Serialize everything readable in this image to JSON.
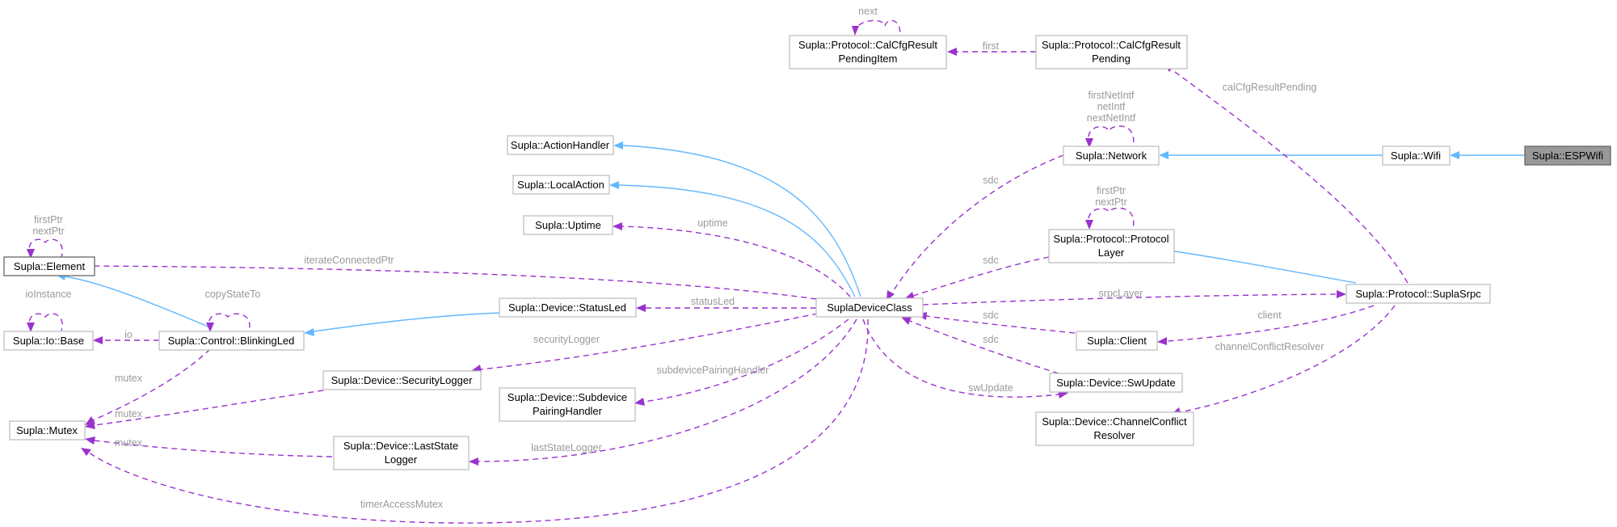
{
  "nodes": {
    "espwifi": "Supla::ESPWifi",
    "wifi": "Supla::Wifi",
    "network": "Supla::Network",
    "calcfg_pending": [
      "Supla::Protocol::CalCfgResult",
      "Pending"
    ],
    "calcfg_item": [
      "Supla::Protocol::CalCfgResult",
      "PendingItem"
    ],
    "action_handler": "Supla::ActionHandler",
    "local_action": "Supla::LocalAction",
    "uptime": "Supla::Uptime",
    "element": "Supla::Element",
    "io_base": "Supla::Io::Base",
    "blinking_led": "Supla::Control::BlinkingLed",
    "status_led": "Supla::Device::StatusLed",
    "device_class": "SuplaDeviceClass",
    "protocol_layer": [
      "Supla::Protocol::Protocol",
      "Layer"
    ],
    "supla_srpc": "Supla::Protocol::SuplaSrpc",
    "client": "Supla::Client",
    "security_logger": "Supla::Device::SecurityLogger",
    "subdevice_pairing": [
      "Supla::Device::Subdevice",
      "PairingHandler"
    ],
    "sw_update": "Supla::Device::SwUpdate",
    "channel_conflict": [
      "Supla::Device::ChannelConflict",
      "Resolver"
    ],
    "mutex": "Supla::Mutex",
    "last_state": [
      "Supla::Device::LastState",
      "Logger"
    ]
  },
  "labels": {
    "next": "next",
    "first": "first",
    "calcfg_result_pending": "calCfgResultPending",
    "network_self": [
      "firstNetIntf",
      "netIntf",
      "nextNetIntf"
    ],
    "sdc_network": "sdc",
    "protocol_self": [
      "firstPtr",
      "nextPtr"
    ],
    "sdc_protocol": "sdc",
    "uptime": "uptime",
    "element_self": [
      "firstPtr",
      "nextPtr"
    ],
    "iterate": "iterateConnectedPtr",
    "io_self": "ioInstance",
    "copy_state": "copyStateTo",
    "io": "io",
    "status_led": "statusLed",
    "srpc_layer": "srpcLayer",
    "sdc_client": "sdc",
    "client": "client",
    "sdc_swupdate": "sdc",
    "channel_conflict": "channelConflictResolver",
    "security_logger": "securityLogger",
    "subdevice_pairing": "subdevicePairingHandler",
    "mutex_blinking": "mutex",
    "mutex_security": "mutex",
    "mutex_laststate": "mutex",
    "sw_update": "swUpdate",
    "last_state_logger": "lastStateLogger",
    "timer_mutex": "timerAccessMutex"
  },
  "colors": {
    "inheritance": "#63b8ff",
    "usage": "#9a32cd",
    "label": "#9a9a9a",
    "focus_fill": "#999999"
  }
}
